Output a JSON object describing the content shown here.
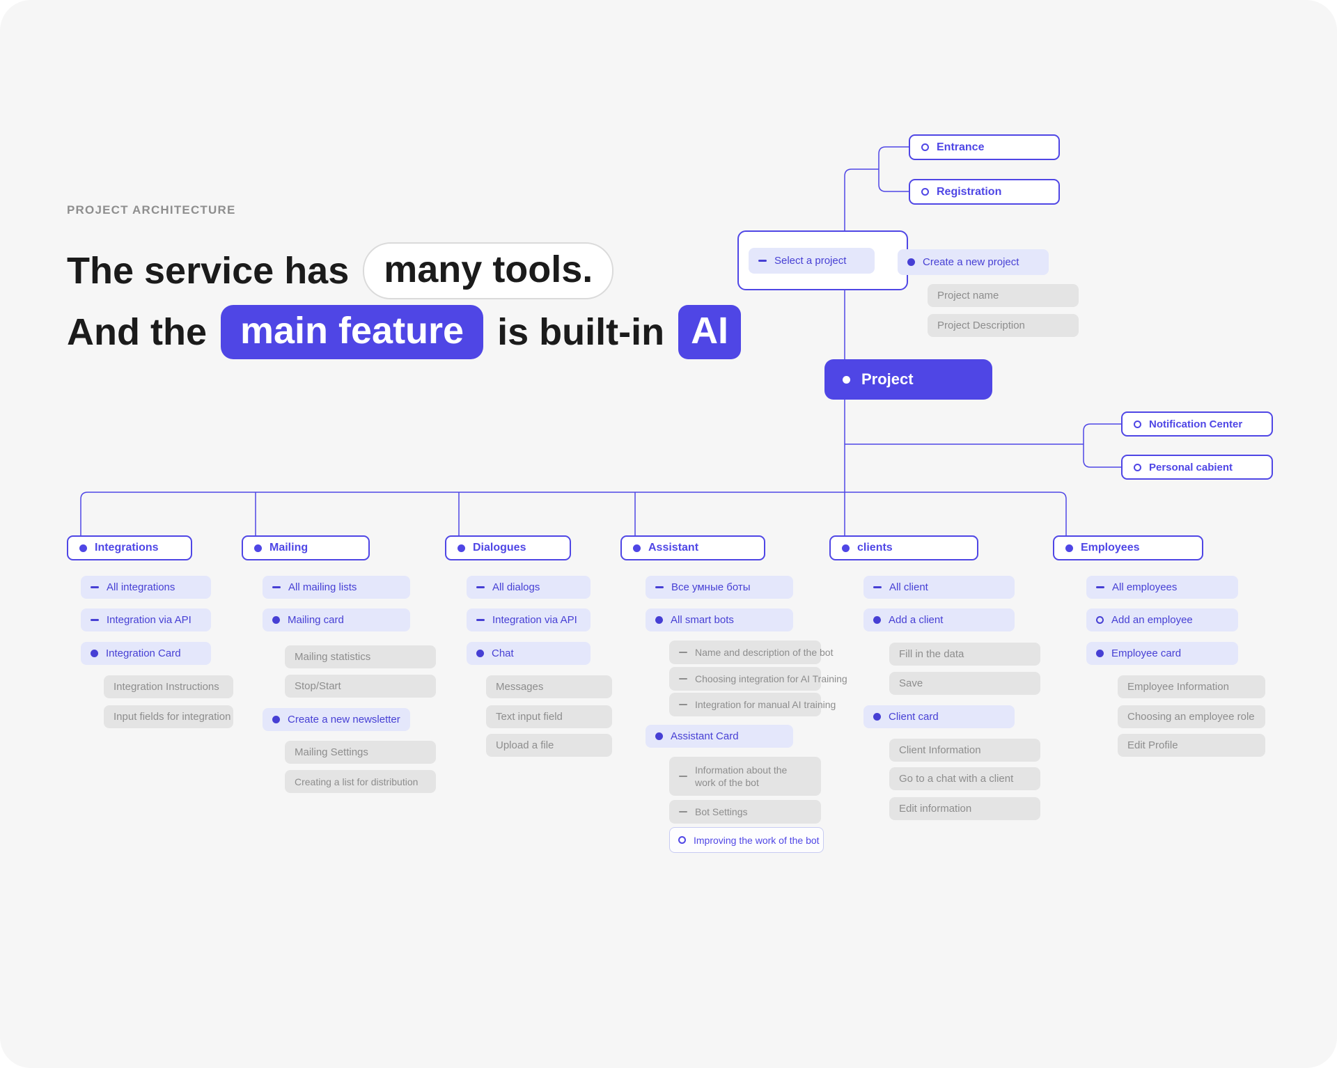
{
  "accent": "#4f46e5",
  "header": {
    "eyebrow": "PROJECT ARCHITECTURE",
    "line1_text": "The service has",
    "line1_pill": "many tools.",
    "line2_text1": "And the",
    "line2_pill1": "main feature",
    "line2_text2": "is built-in",
    "line2_pill2": "AI"
  },
  "tree": {
    "entrance": "Entrance",
    "registration": "Registration",
    "select_project": "Select a project",
    "create_project": "Create a new project",
    "project_name": "Project name",
    "project_description": "Project Description",
    "project": "Project",
    "notification_center": "Notification Center",
    "personal_cabinet": "Personal cabient"
  },
  "columns": [
    {
      "title": "Integrations",
      "items": [
        "All integrations",
        "Integration via API",
        "Integration Card",
        "Integration Instructions",
        "Input fields for integration"
      ]
    },
    {
      "title": "Mailing",
      "items": [
        "All mailing lists",
        "Mailing card",
        "Mailing statistics",
        "Stop/Start",
        "Create a new newsletter",
        "Mailing Settings",
        "Creating a list for distribution"
      ]
    },
    {
      "title": "Dialogues",
      "items": [
        "All dialogs",
        "Integration via API",
        "Chat",
        "Messages",
        "Text input field",
        "Upload a file"
      ]
    },
    {
      "title": "Assistant",
      "items": [
        "Все умные боты",
        "All smart bots",
        "Name and description of the bot",
        "Choosing integration for AI Training",
        "Integration for manual AI training",
        "Assistant Card",
        "Information about the work of the bot",
        "Bot Settings",
        "Improving the work of the bot"
      ]
    },
    {
      "title": "clients",
      "items": [
        "All client",
        "Add a client",
        "Fill in the data",
        "Save",
        "Client card",
        "Client Information",
        "Go to a chat with a client",
        "Edit information"
      ]
    },
    {
      "title": "Employees",
      "items": [
        "All employees",
        "Add an employee",
        "Employee card",
        "Employee Information",
        "Choosing an employee role",
        "Edit Profile"
      ]
    }
  ]
}
